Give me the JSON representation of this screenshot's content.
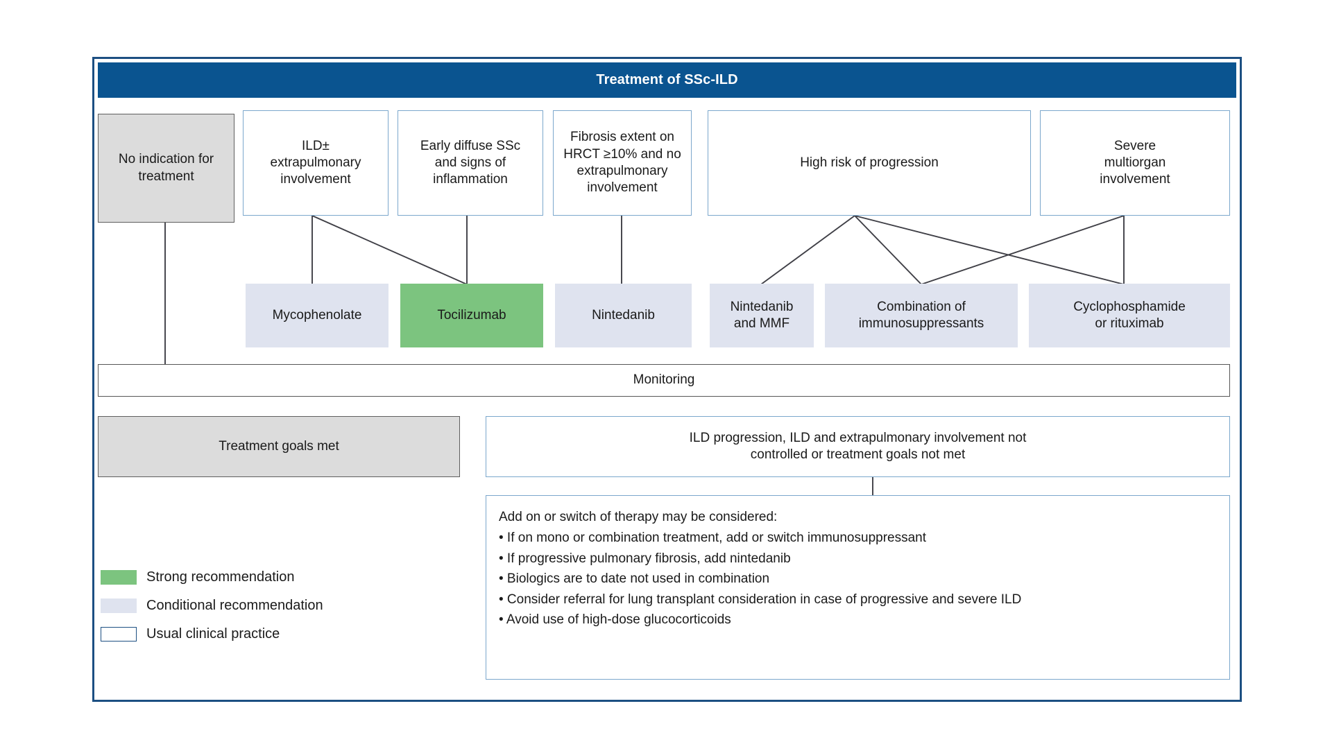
{
  "figure": {
    "title": "Treatment of SSc-ILD",
    "frame_color": "#1c4f82",
    "title_bar_color": "#0a5490"
  },
  "colors": {
    "strong_recommendation": "#7cc47f",
    "conditional_recommendation": "#dfe3ef",
    "usual_clinical_practice_border": "#7ba7cc",
    "grey_box": "#dcdcdc",
    "connector": "#3f3f46"
  },
  "indications": [
    {
      "id": "no-indication",
      "label": "No indication for treatment",
      "style": "grey"
    },
    {
      "id": "ild-extrapulmonary",
      "label": "ILD±\nextrapulmonary\ninvolvement",
      "style": "practice"
    },
    {
      "id": "early-diffuse-ssc",
      "label": "Early diffuse SSc\nand signs of\ninflammation",
      "style": "practice"
    },
    {
      "id": "fibrosis-extent",
      "label": "Fibrosis extent on\nHRCT ≥10% and no\nextrapulmonary\ninvolvement",
      "style": "practice"
    },
    {
      "id": "high-risk-progression",
      "label": "High risk of progression",
      "style": "practice"
    },
    {
      "id": "severe-multiorgan",
      "label": "Severe\nmultiorgan\ninvolvement",
      "style": "practice"
    }
  ],
  "treatments": [
    {
      "id": "mycophenolate",
      "label": "Mycophenolate",
      "style": "conditional"
    },
    {
      "id": "tocilizumab",
      "label": "Tocilizumab",
      "style": "strong"
    },
    {
      "id": "nintedanib",
      "label": "Nintedanib",
      "style": "conditional"
    },
    {
      "id": "nintedanib-mmf",
      "label": "Nintedanib\nand MMF",
      "style": "conditional"
    },
    {
      "id": "combination-is",
      "label": "Combination of\nimmunosuppressants",
      "style": "conditional"
    },
    {
      "id": "cyclo-rituximab",
      "label": "Cyclophosphamide\nor rituximab",
      "style": "conditional"
    }
  ],
  "monitoring": {
    "label": "Monitoring"
  },
  "outcomes": [
    {
      "id": "goals-met",
      "label": "Treatment goals met",
      "style": "grey"
    },
    {
      "id": "not-controlled",
      "label": "ILD progression, ILD and extrapulmonary involvement not\ncontrolled or treatment goals not met",
      "style": "practice"
    }
  ],
  "addon": {
    "lead": "Add on or switch of therapy may be considered:",
    "bullets": [
      "• If on mono or combination treatment, add or switch immunosuppressant",
      "• If progressive pulmonary fibrosis, add nintedanib",
      "• Biologics are to date not used in combination",
      "• Consider referral for lung transplant consideration in case of progressive and severe ILD",
      "• Avoid use of high-dose glucocorticoids"
    ]
  },
  "legend": [
    {
      "id": "strong",
      "label": "Strong recommendation",
      "swatch": "green"
    },
    {
      "id": "conditional",
      "label": "Conditional recommendation",
      "swatch": "lav"
    },
    {
      "id": "practice",
      "label": "Usual clinical practice",
      "swatch": "open"
    }
  ]
}
